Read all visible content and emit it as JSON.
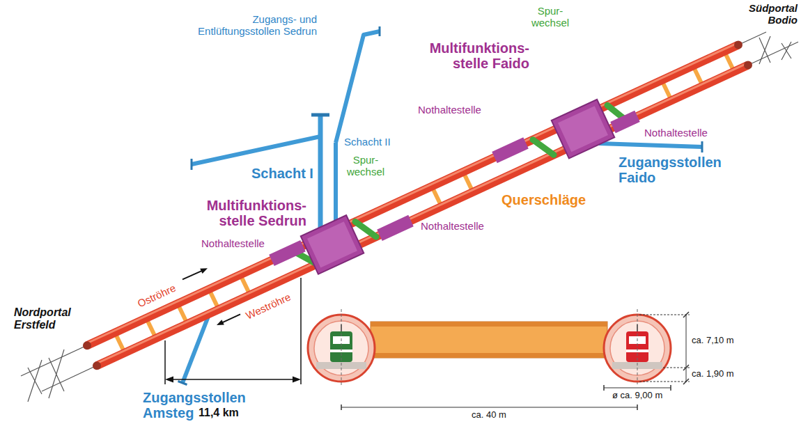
{
  "diagram": {
    "labels": [
      "Südportal Bodio",
      "Zugangs- und Entlüftungsstollen Sedrun",
      "Spur- wechsel",
      "Multifunktions- stelle Faido",
      "Nothaltestelle",
      "Nothaltestelle",
      "Schacht II",
      "Zugangsstollen Faido",
      "Spur- wechsel",
      "Schacht I",
      "Querschläge",
      "Multifunktions- stelle Sedrun",
      "Nothaltestelle",
      "Nothaltestelle",
      "Nordportal Erstfeld",
      "Oströhre",
      "Weströhre",
      "ca. 7,10 m",
      "ca. 1,90 m",
      "Zugangsstollen Amsteg",
      "11,4 km",
      "ø ca. 9,00 m",
      "ca. 40 m"
    ]
  }
}
